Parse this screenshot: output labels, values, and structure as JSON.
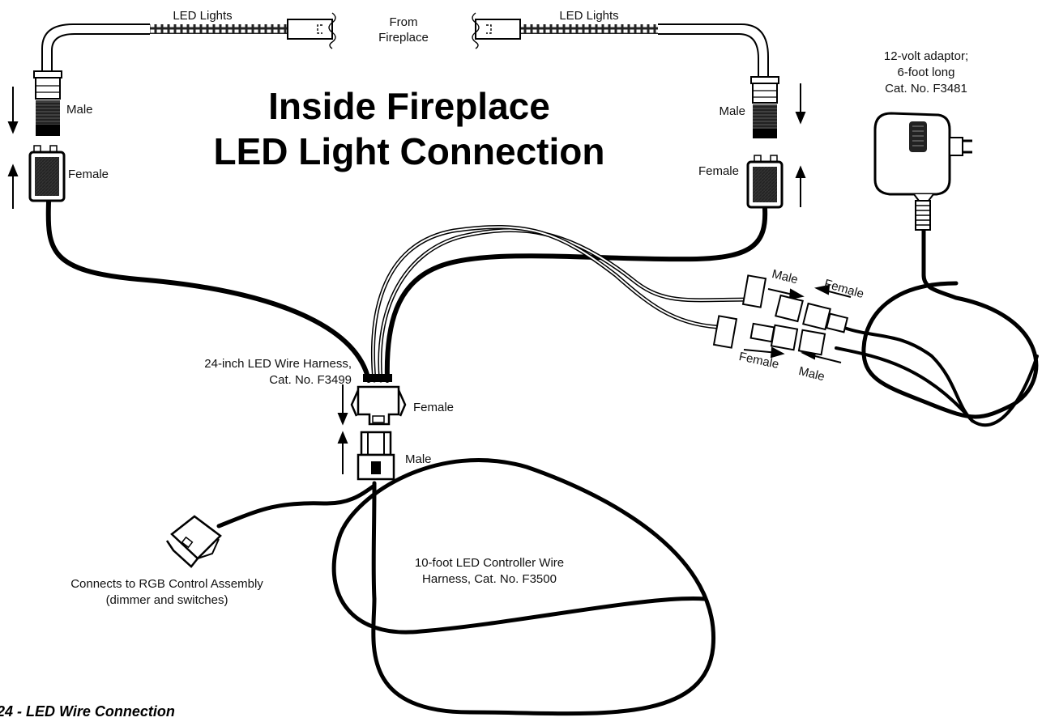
{
  "title": {
    "line1": "Inside Fireplace",
    "line2": "LED Light Connection"
  },
  "labels": {
    "led_lights_left": "LED Lights",
    "led_lights_right": "LED Lights",
    "from_fireplace_1": "From",
    "from_fireplace_2": "Fireplace",
    "adaptor_1": "12-volt adaptor;",
    "adaptor_2": "6-foot long",
    "adaptor_3": "Cat. No. F3481",
    "male_left": "Male",
    "female_left": "Female",
    "male_right": "Male",
    "female_right": "Female",
    "harness_1": "24-inch LED Wire Harness,",
    "harness_2": "Cat. No. F3499",
    "harness_female": "Female",
    "harness_male": "Male",
    "rgb_1": "Connects to RGB Control Assembly",
    "rgb_2": "(dimmer and switches)",
    "controller_1": "10-foot LED Controller Wire",
    "controller_2": "Harness, Cat. No. F3500",
    "conn_male_top": "Male",
    "conn_female_top": "Female",
    "conn_female_bottom": "Female",
    "conn_male_bottom": "Male"
  },
  "caption": "24 - LED Wire Connection",
  "colors": {
    "ink": "#000000",
    "background": "#ffffff"
  }
}
